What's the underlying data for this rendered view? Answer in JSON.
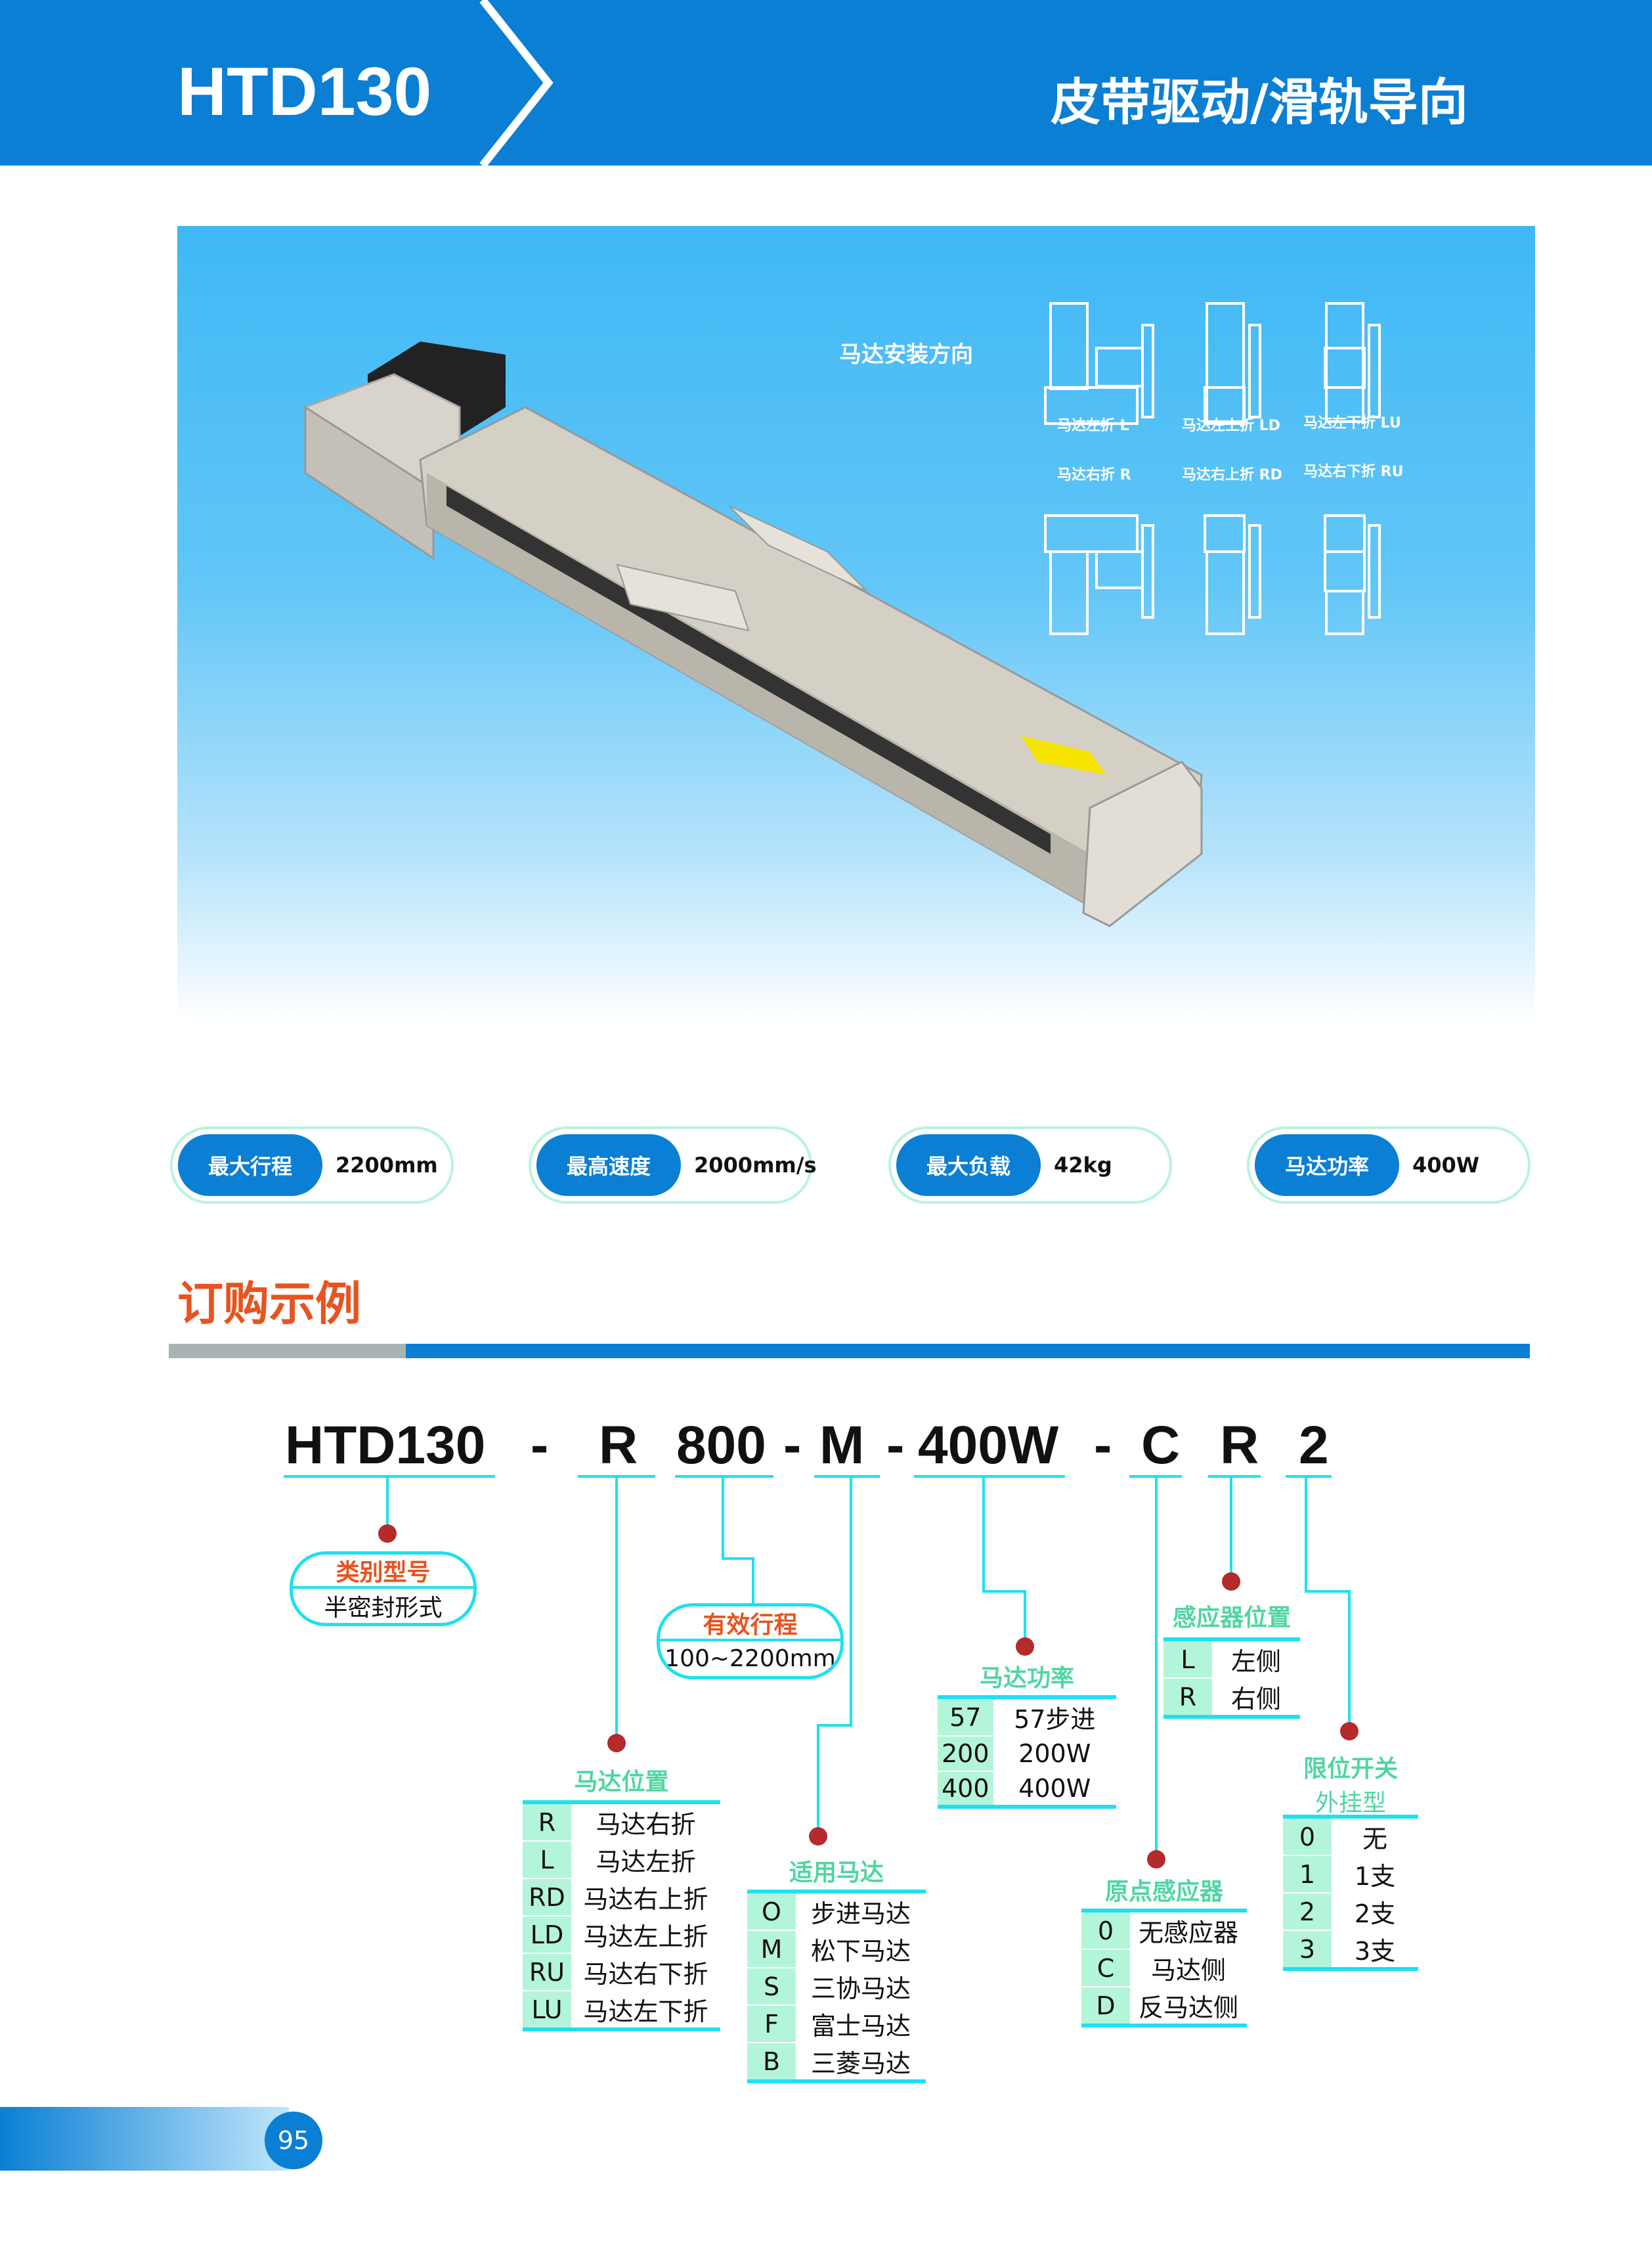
{
  "header": {
    "model": "HTD130",
    "subtitle": "皮带驱动/滑轨导向"
  },
  "hero": {
    "mount_title": "马达安装方向",
    "diagrams": [
      {
        "label": "马达左折 L"
      },
      {
        "label": "马达左上折 LD"
      },
      {
        "label": "马达左下折 LU"
      },
      {
        "label": "马达右折 R"
      },
      {
        "label": "马达右上折 RD"
      },
      {
        "label": "马达右下折 RU"
      }
    ]
  },
  "specs": [
    {
      "key": "最大行程",
      "value": "2200mm"
    },
    {
      "key": "最高速度",
      "value": "2000mm/s"
    },
    {
      "key": "最大负载",
      "value": "42kg"
    },
    {
      "key": "马达功率",
      "value": "400W"
    }
  ],
  "order": {
    "title": "订购示例",
    "code": [
      "HTD130",
      "-",
      "R",
      "800",
      "-",
      "M",
      "-",
      "400W",
      "-",
      "C",
      "R",
      "2"
    ],
    "type": {
      "title": "类别型号",
      "value": "半密封形式"
    },
    "stroke": {
      "title": "有效行程",
      "value": "100~2200mm"
    },
    "motor_position": {
      "title": "马达位置",
      "rows": [
        [
          "R",
          "马达右折"
        ],
        [
          "L",
          "马达左折"
        ],
        [
          "RD",
          "马达右上折"
        ],
        [
          "LD",
          "马达左上折"
        ],
        [
          "RU",
          "马达右下折"
        ],
        [
          "LU",
          "马达左下折"
        ]
      ]
    },
    "motor_type": {
      "title": "适用马达",
      "rows": [
        [
          "O",
          "步进马达"
        ],
        [
          "M",
          "松下马达"
        ],
        [
          "S",
          "三协马达"
        ],
        [
          "F",
          "富士马达"
        ],
        [
          "B",
          "三菱马达"
        ]
      ]
    },
    "motor_power": {
      "title": "马达功率",
      "rows": [
        [
          "57",
          "57步进"
        ],
        [
          "200",
          "200W"
        ],
        [
          "400",
          "400W"
        ]
      ]
    },
    "origin_sensor": {
      "title": "原点感应器",
      "rows": [
        [
          "0",
          "无感应器"
        ],
        [
          "C",
          "马达侧"
        ],
        [
          "D",
          "反马达侧"
        ]
      ]
    },
    "sensor_position": {
      "title": "感应器位置",
      "rows": [
        [
          "L",
          "左侧"
        ],
        [
          "R",
          "右侧"
        ]
      ]
    },
    "limit_switch": {
      "title": "限位开关",
      "subtitle": "外挂型",
      "rows": [
        [
          "0",
          "无"
        ],
        [
          "1",
          "1支"
        ],
        [
          "2",
          "2支"
        ],
        [
          "3",
          "3支"
        ]
      ]
    }
  },
  "footer": {
    "page": "95"
  }
}
